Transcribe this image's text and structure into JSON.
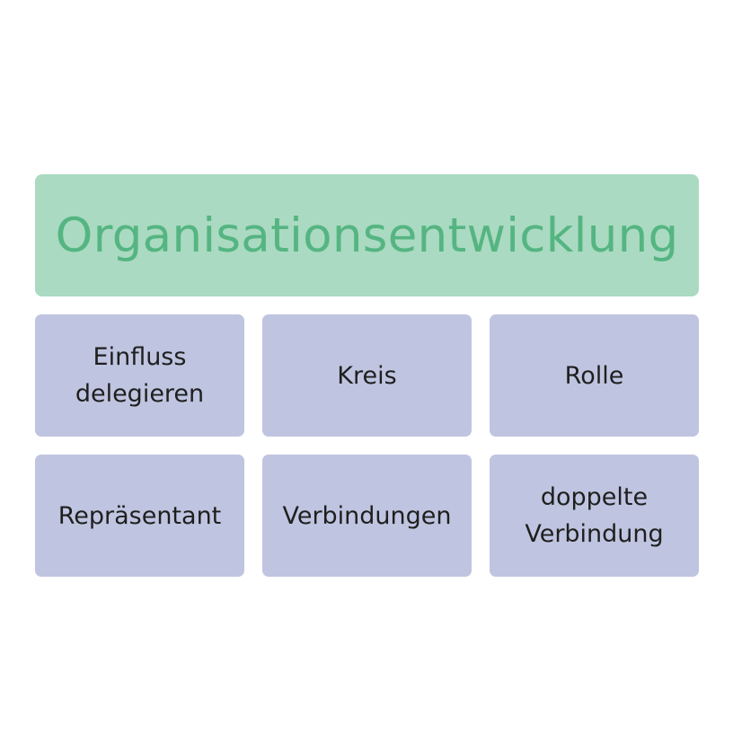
{
  "colors": {
    "header_background": "#aadac1",
    "header_text": "#55b582",
    "tile_background": "#bfc5e0",
    "tile_text": "#1f1f1f",
    "page_background": "#ffffff"
  },
  "header": {
    "title": "Organisationsentwicklung"
  },
  "tiles": [
    {
      "label": "Einfluss\ndelegieren"
    },
    {
      "label": "Kreis"
    },
    {
      "label": "Rolle"
    },
    {
      "label": "Repräsentant"
    },
    {
      "label": "Verbindungen"
    },
    {
      "label": "doppelte\nVerbindung"
    }
  ]
}
